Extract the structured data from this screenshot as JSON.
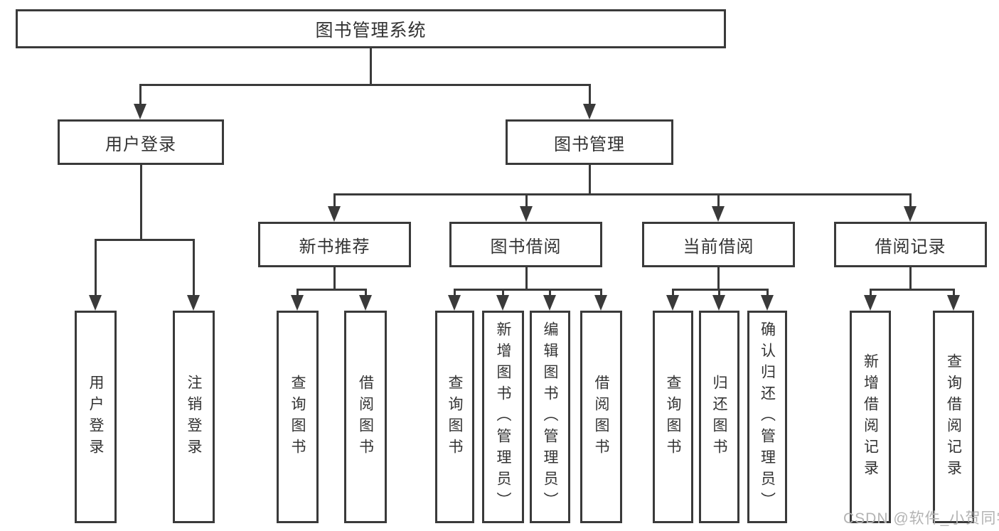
{
  "diagram": {
    "title": "图书管理系统",
    "login": {
      "label": "用户登录",
      "children": [
        "用户登录",
        "注销登录"
      ]
    },
    "management": {
      "label": "图书管理",
      "groups": [
        {
          "label": "新书推荐",
          "children": [
            "查询图书",
            "借阅图书"
          ]
        },
        {
          "label": "图书借阅",
          "children": [
            "查询图书",
            "新增图书（管理员）",
            "编辑图书（管理员）",
            "借阅图书"
          ]
        },
        {
          "label": "当前借阅",
          "children": [
            "查询图书",
            "归还图书",
            "确认归还（管理员）"
          ]
        },
        {
          "label": "借阅记录",
          "children": [
            "新增借阅记录",
            "查询借阅记录"
          ]
        }
      ]
    }
  },
  "watermark": "CSDN @软件_小贺同学",
  "colors": {
    "line": "#3a3a3a",
    "text": "#333333",
    "background": "#ffffff",
    "watermark": "#b3b3b3"
  }
}
